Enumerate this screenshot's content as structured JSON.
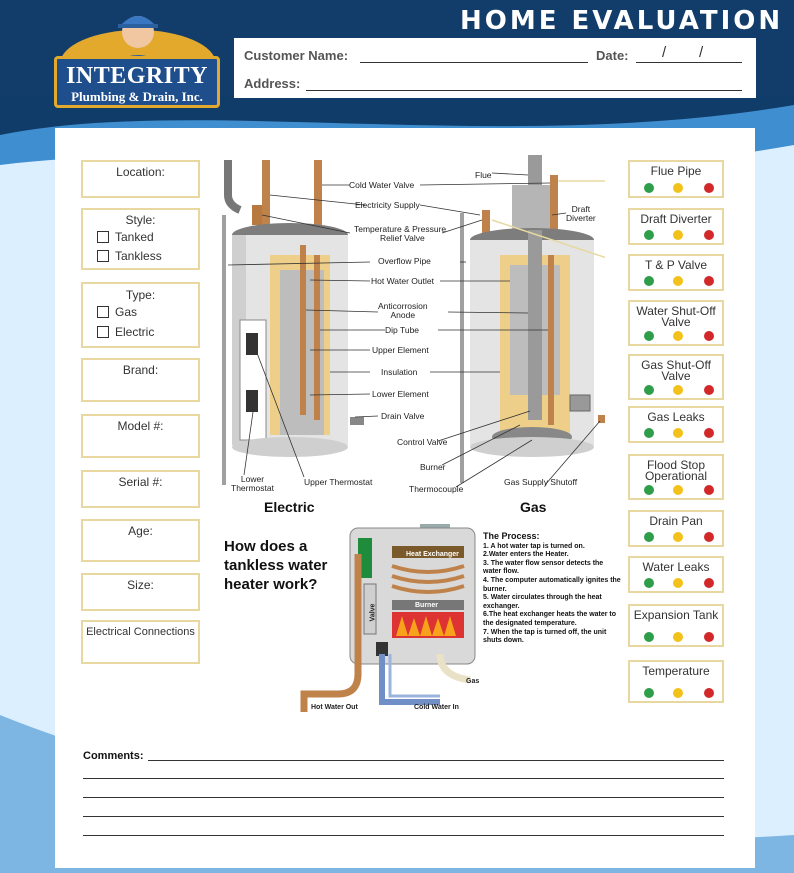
{
  "header": {
    "title": "HOME EVALUATION",
    "company": "INTEGRITY",
    "company_sub": "Plumbing & Drain, Inc.",
    "customer_name_label": "Customer Name:",
    "date_label": "Date:",
    "address_label": "Address:"
  },
  "left_fields": {
    "location": "Location:",
    "style": "Style:",
    "style_options": [
      "Tanked",
      "Tankless"
    ],
    "type": "Type:",
    "type_options": [
      "Gas",
      "Electric"
    ],
    "brand": "Brand:",
    "model": "Model #:",
    "serial": "Serial #:",
    "age": "Age:",
    "size": "Size:",
    "electrical": "Electrical Connections"
  },
  "right_checks": [
    "Flue Pipe",
    "Draft Diverter",
    "T & P Valve",
    "Water Shut-Off Valve",
    "Gas Shut-Off Valve",
    "Gas Leaks",
    "Flood Stop Operational",
    "Drain Pan",
    "Water Leaks",
    "Expansion Tank",
    "Temperature"
  ],
  "status_colors": {
    "good": "#2e9e4a",
    "warn": "#f2c21b",
    "bad": "#d3282a",
    "accent": "#e8d8a0",
    "navy": "#123d6b"
  },
  "diagram": {
    "labels": {
      "cold_water_valve": "Cold Water Valve",
      "electricity_supply": "Electricity Supply",
      "tp_relief_1": "Temperature & Pressure",
      "tp_relief_2": "Relief Valve",
      "overflow_pipe": "Overflow Pipe",
      "hot_water_outlet": "Hot Water Outlet",
      "anticorrosion_1": "Anticorrosion",
      "anticorrosion_2": "Anode",
      "dip_tube": "Dip Tube",
      "upper_element": "Upper Element",
      "insulation": "Insulation",
      "lower_element": "Lower Element",
      "drain_valve": "Drain Valve",
      "control_valve": "Control Valve",
      "burner": "Burner",
      "thermocouple": "Thermocouple",
      "gas_supply_shutoff": "Gas Supply Shutoff",
      "lower_thermostat_1": "Lower",
      "lower_thermostat_2": "Thermostat",
      "upper_thermostat": "Upper Thermostat",
      "flue": "Flue",
      "draft_diverter_1": "Draft",
      "draft_diverter_2": "Diverter"
    },
    "electric_caption": "Electric",
    "gas_caption": "Gas"
  },
  "tankless": {
    "question": "How does a tankless water heater work?",
    "heat_exchanger": "Heat Exchanger",
    "burner": "Burner",
    "valve": "Valve",
    "gas": "Gas",
    "hot_water_out": "Hot Water Out",
    "cold_water_in": "Cold Water In",
    "process_title": "The Process:",
    "steps": [
      "1. A hot water tap is turned on.",
      "2.Water enters the Heater.",
      "3. The water flow sensor detects the water flow.",
      "4. The computer automatically ignites the burner.",
      "5. Water circulates through the heat exchanger.",
      "6.The heat exchanger heats the water to the designated temperature.",
      "7. When the tap is turned off, the unit shuts down."
    ]
  },
  "comments": {
    "label": "Comments:"
  }
}
